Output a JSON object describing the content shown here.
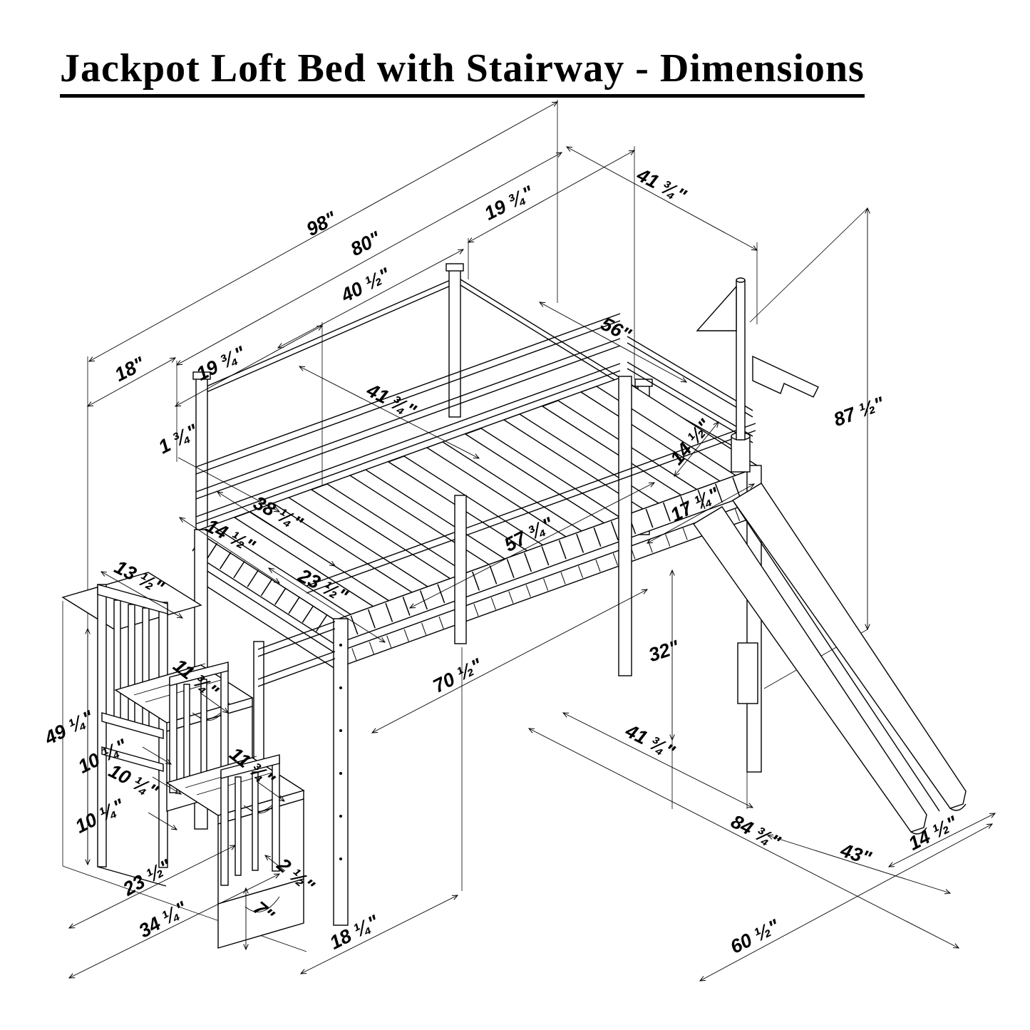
{
  "title": "Jackpot Loft Bed with Stairway - Dimensions",
  "drawing": {
    "ink_color": "#000000",
    "background_color": "#ffffff"
  },
  "labels": [
    {
      "name": "overall-length",
      "text": "98\""
    },
    {
      "name": "bed-length",
      "text": "80\""
    },
    {
      "name": "top-end-offset",
      "text": "19 ¾\""
    },
    {
      "name": "canopy-rail-left",
      "text": "40 ½\""
    },
    {
      "name": "head-end-width",
      "text": "41 ¾\""
    },
    {
      "name": "canopy-rail-right",
      "text": "56\""
    },
    {
      "name": "stair-side-offset",
      "text": "18\""
    },
    {
      "name": "left-end-offset",
      "text": "19 ¾\""
    },
    {
      "name": "rail-thickness",
      "text": "1 ¾\""
    },
    {
      "name": "guardrail-length",
      "text": "41 ¾\""
    },
    {
      "name": "foot-end-width",
      "text": "38 ¼\""
    },
    {
      "name": "foot-rail-height",
      "text": "14 ½\""
    },
    {
      "name": "front-guardrail",
      "text": "23 ½\""
    },
    {
      "name": "slat-span",
      "text": "57 ¾\""
    },
    {
      "name": "head-rail-height",
      "text": "17 ¼\""
    },
    {
      "name": "head-gap",
      "text": "14 ½\""
    },
    {
      "name": "overall-height",
      "text": "87 ½\""
    },
    {
      "name": "stair-rail-width",
      "text": "13 ½\""
    },
    {
      "name": "tread-depth-1",
      "text": "11 ¾\""
    },
    {
      "name": "tread-depth-2",
      "text": "11 ¾\""
    },
    {
      "name": "stair-rail-height",
      "text": "49 ¼\""
    },
    {
      "name": "riser-1",
      "text": "10 ¼\""
    },
    {
      "name": "riser-2",
      "text": "10 ¼\""
    },
    {
      "name": "riser-3",
      "text": "10 ¼\""
    },
    {
      "name": "under-bed-clearance",
      "text": "32\""
    },
    {
      "name": "deck-height",
      "text": "70 ½\""
    },
    {
      "name": "under-bed-width",
      "text": "41 ¾\""
    },
    {
      "name": "stair-depth",
      "text": "23 ½\""
    },
    {
      "name": "stair-total-depth",
      "text": "34 ¼\""
    },
    {
      "name": "bottom-drawer-height",
      "text": "7\""
    },
    {
      "name": "step-lip",
      "text": "2 ½\""
    },
    {
      "name": "step-width",
      "text": "18 ¼\""
    },
    {
      "name": "footprint-length",
      "text": "84 ¾\""
    },
    {
      "name": "slide-run",
      "text": "43\""
    },
    {
      "name": "slide-width",
      "text": "14 ½\""
    },
    {
      "name": "footprint-width",
      "text": "60 ½\""
    }
  ]
}
